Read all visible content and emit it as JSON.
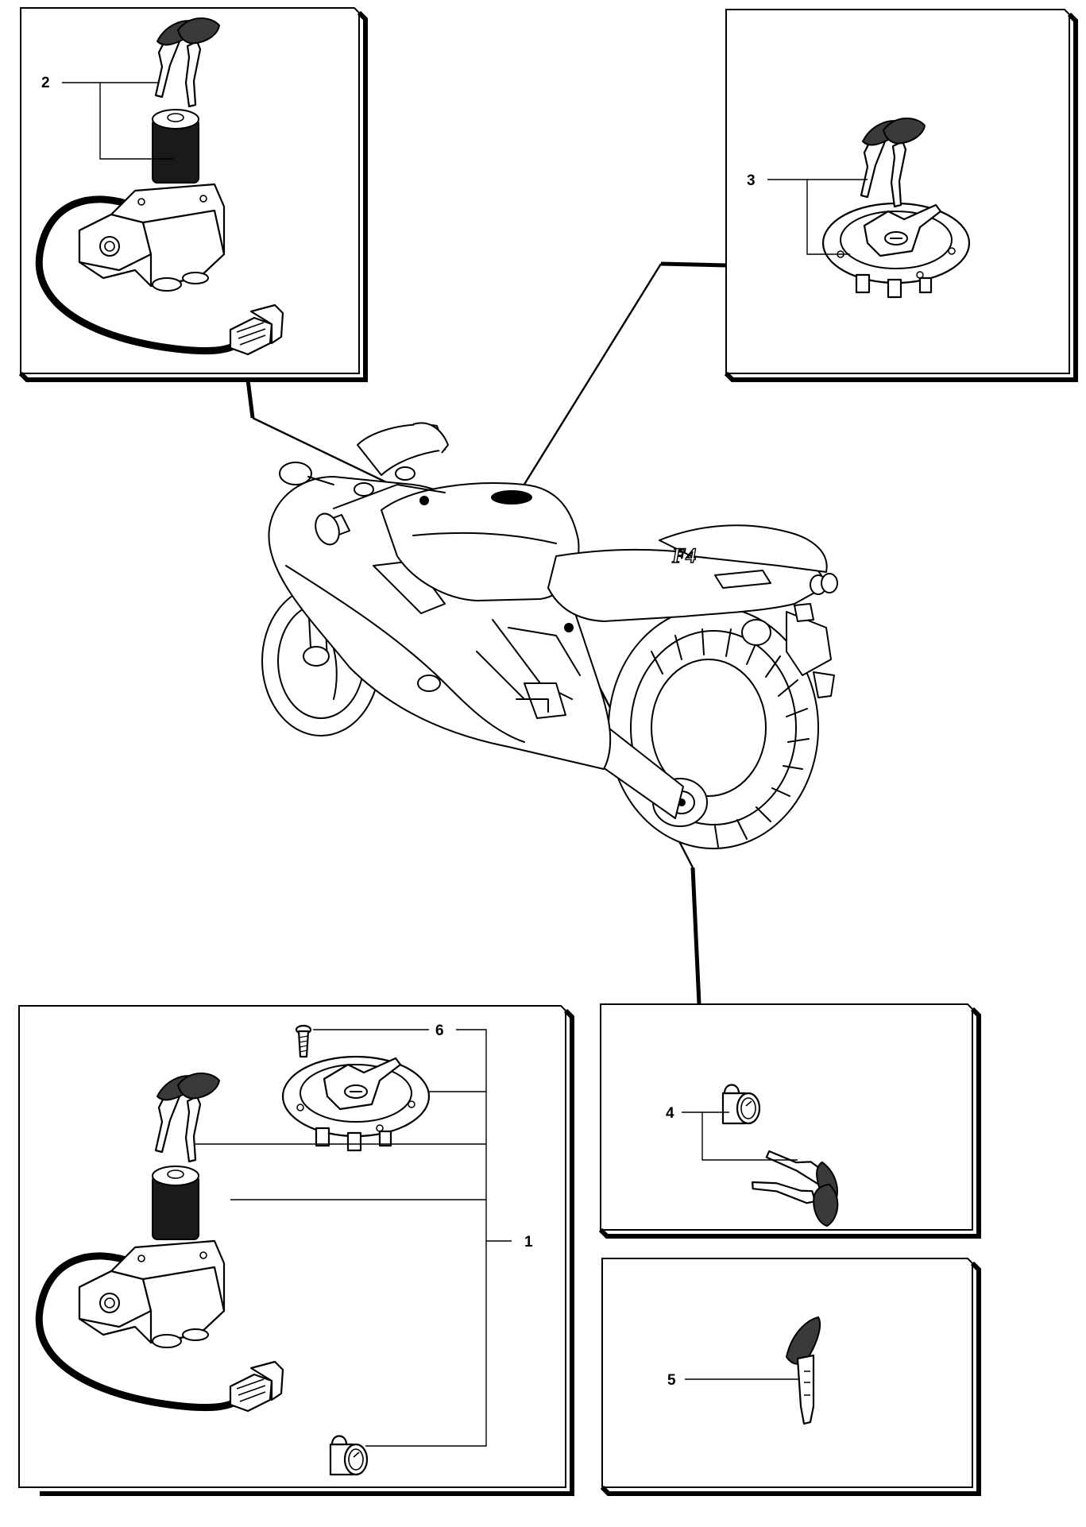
{
  "callouts": {
    "part_1": "1",
    "part_2": "2",
    "part_3": "3",
    "part_4": "4",
    "part_5": "5",
    "part_6": "6"
  },
  "motorcycle": {
    "tail_badge": "F4"
  },
  "icons": {
    "ignition_switch": "ignition-switch-icon",
    "key": "key-icon",
    "fuel_cap": "fuel-cap-lock-icon",
    "lock_cylinder": "lock-cylinder-icon",
    "screw": "screw-icon",
    "motorcycle": "motorcycle-icon"
  }
}
